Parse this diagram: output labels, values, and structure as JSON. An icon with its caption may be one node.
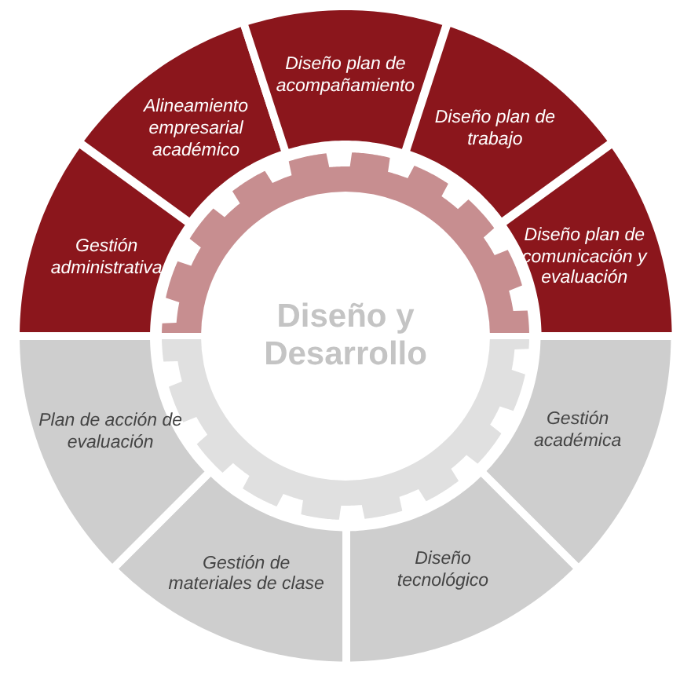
{
  "diagram": {
    "nodes": [
      {
        "text": [
          "Diseño y Desarrollo"
        ]
      },
      {
        "text": [
          "Gestión administrativa"
        ]
      },
      {
        "text": [
          "Alineamiento empresarial académico"
        ]
      },
      {
        "text": [
          "Diseño plan de acompañamiento"
        ]
      },
      {
        "text": [
          "Diseño plan de trabajo"
        ]
      },
      {
        "text": [
          "Diseño plan de comunicación y evaluación"
        ]
      },
      {
        "text": [
          "Gestión académica"
        ]
      },
      {
        "text": [
          "Diseño tecnológico"
        ]
      },
      {
        "text": [
          "Gestión de materiales de clase"
        ]
      },
      {
        "text": [
          "Plan de acción de evaluación"
        ]
      }
    ]
  }
}
